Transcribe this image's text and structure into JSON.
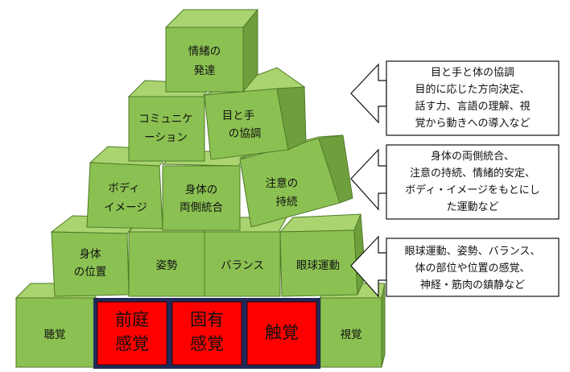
{
  "colors": {
    "block_front": "#8bc152",
    "block_top": "#a9d46f",
    "block_side": "#6f9f3c",
    "block_stroke": "#4f7a28",
    "sensory_fill": "#ff0000",
    "sensory_frame": "#1f2a5a",
    "note_border": "#111111"
  },
  "pyramid": {
    "level4": {
      "emotion": [
        "情緒の",
        "発達"
      ]
    },
    "level3": {
      "communication": [
        "コミュニケ",
        "ーション"
      ],
      "eye_hand": [
        "目と手",
        "の協調"
      ]
    },
    "level2": {
      "body_image": [
        "ボディ",
        "イメージ"
      ],
      "bilateral": [
        "身体の",
        "両側統合"
      ],
      "attention": [
        "注意の",
        "持続"
      ]
    },
    "level1": {
      "body_position": [
        "身体",
        "の位置"
      ],
      "posture": "姿勢",
      "balance": "バランス",
      "eye_movement": "眼球運動"
    },
    "base": {
      "hearing": "聴覚",
      "vestibular": [
        "前庭",
        "感覚"
      ],
      "proprioceptive": [
        "固有",
        "感覚"
      ],
      "tactile": "触覚",
      "vision": "視覚"
    }
  },
  "notes": [
    {
      "lines": [
        "目と手と体の協調",
        "目的に応じた方向決定、",
        "話す力、言語の理解、視",
        "覚から動きへの導入など"
      ]
    },
    {
      "lines": [
        "身体の両側統合、",
        "注意の持続、情緒的安定、",
        "ボディ・イメージをもとにし",
        "た運動など"
      ]
    },
    {
      "lines": [
        "眼球運動、姿勢、バランス、",
        "体の部位や位置の感覚、",
        "神経・筋肉の鎮静など"
      ]
    }
  ]
}
